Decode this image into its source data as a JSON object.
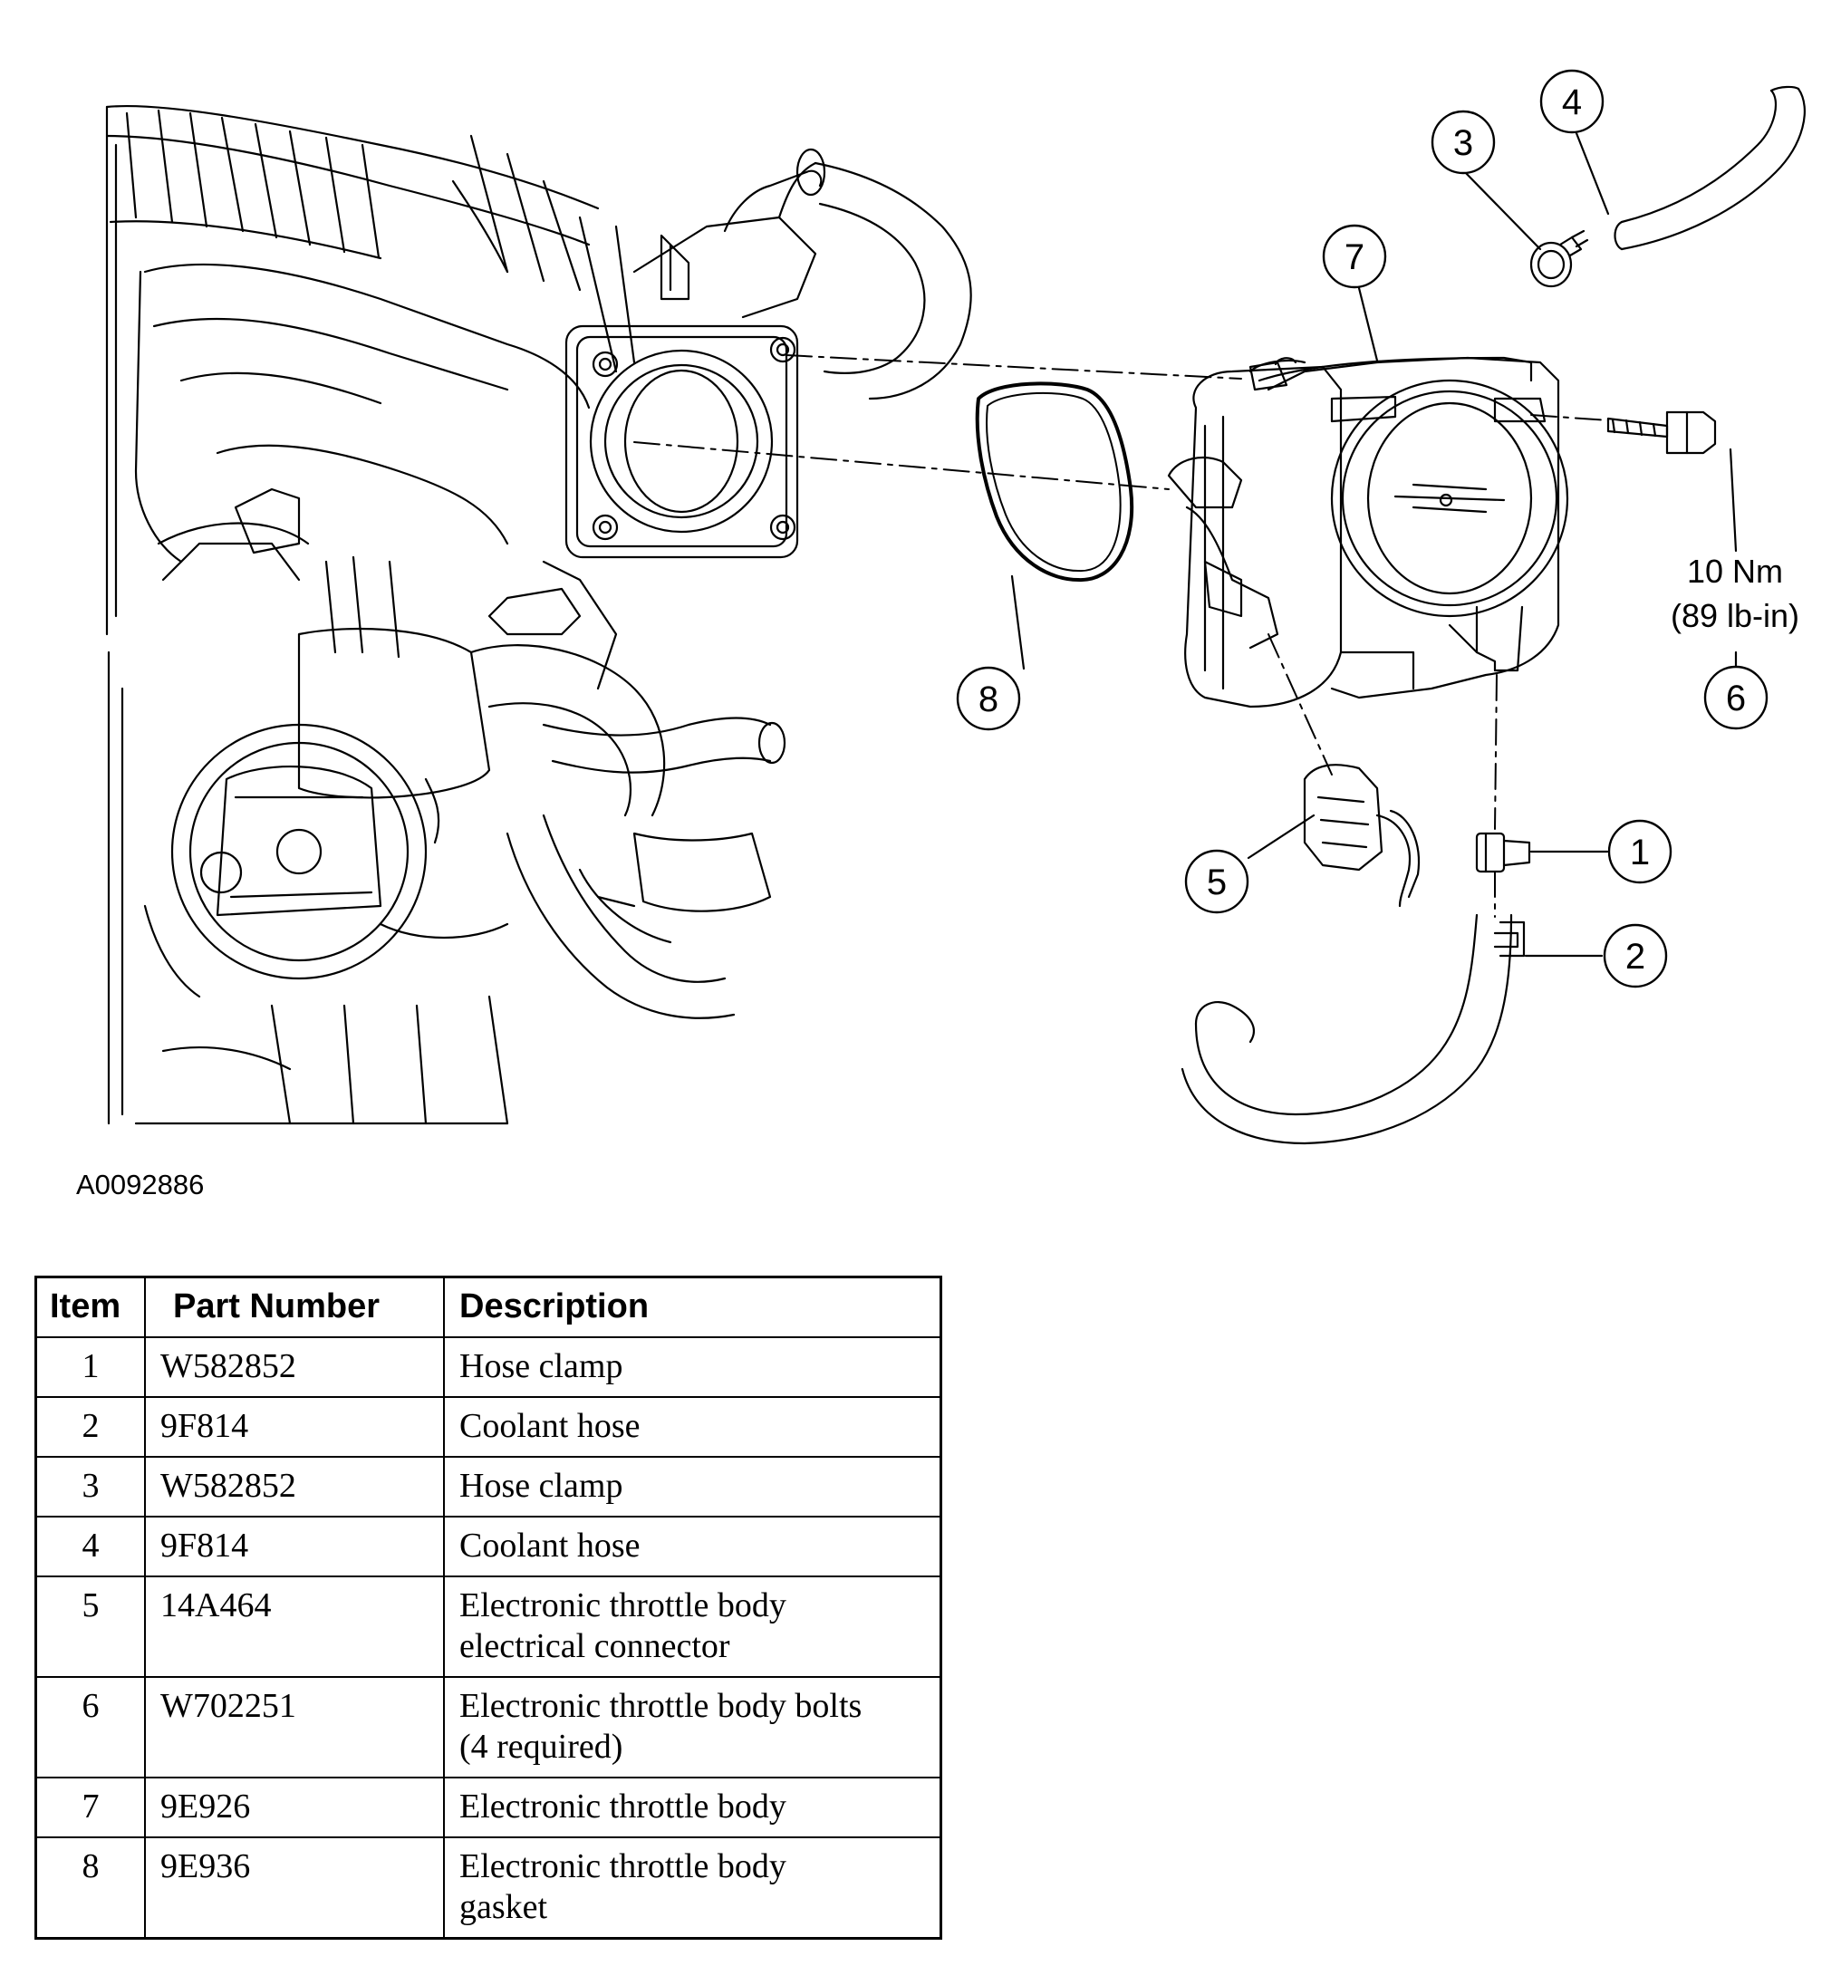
{
  "figure_id": "A0092886",
  "callouts": {
    "c1": "1",
    "c2": "2",
    "c3": "3",
    "c4": "4",
    "c5": "5",
    "c6": "6",
    "c7": "7",
    "c8": "8"
  },
  "torque_spec": {
    "metric": "10 Nm",
    "imperial": "(89 lb-in)"
  },
  "table": {
    "headers": {
      "item": "Item",
      "part_number": "Part Number",
      "description": "Description"
    },
    "rows": [
      {
        "item": "1",
        "part_number": "W582852",
        "description_lines": [
          "Hose clamp"
        ]
      },
      {
        "item": "2",
        "part_number": "9F814",
        "description_lines": [
          "Coolant hose"
        ]
      },
      {
        "item": "3",
        "part_number": "W582852",
        "description_lines": [
          "Hose clamp"
        ]
      },
      {
        "item": "4",
        "part_number": "9F814",
        "description_lines": [
          "Coolant hose"
        ]
      },
      {
        "item": "5",
        "part_number": "14A464",
        "description_lines": [
          "Electronic throttle body",
          "electrical connector"
        ]
      },
      {
        "item": "6",
        "part_number": "W702251",
        "description_lines": [
          "Electronic throttle body bolts",
          "(4 required)"
        ]
      },
      {
        "item": "7",
        "part_number": "9E926",
        "description_lines": [
          "Electronic throttle body"
        ]
      },
      {
        "item": "8",
        "part_number": "9E936",
        "description_lines": [
          "Electronic throttle body",
          "gasket"
        ]
      }
    ]
  }
}
